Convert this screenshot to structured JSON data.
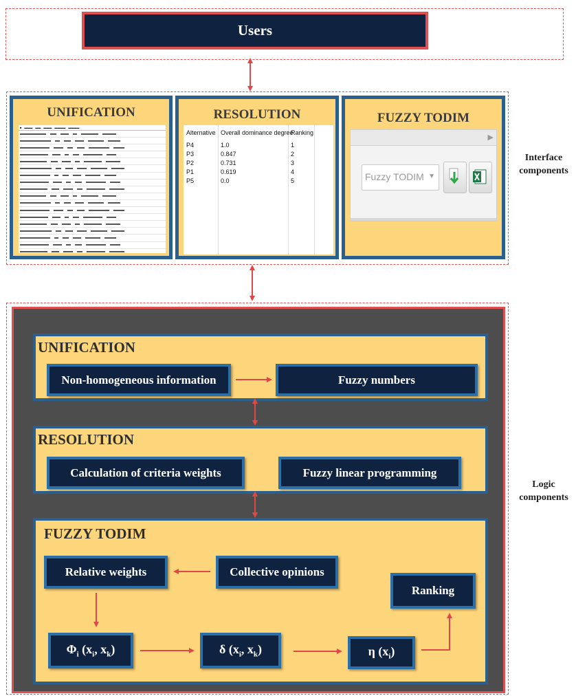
{
  "users": {
    "label": "Users"
  },
  "interface": {
    "side_label_line1": "Interface",
    "side_label_line2": "components",
    "unification_title": "UNIFICATION",
    "resolution_title": "RESOLUTION",
    "todim_title": "FUZZY TODIM",
    "resolution_table": {
      "headers": [
        "Alternative",
        "Overall dominance degree",
        "Ranking"
      ],
      "rows": [
        [
          "P4",
          "1.0",
          "1"
        ],
        [
          "P3",
          "0.847",
          "2"
        ],
        [
          "P2",
          "0.731",
          "3"
        ],
        [
          "P1",
          "0.619",
          "4"
        ],
        [
          "P5",
          "0.0",
          "5"
        ]
      ]
    },
    "todim_select_value": "Fuzzy TODIM"
  },
  "logic": {
    "side_label_line1": "Logic",
    "side_label_line2": "components",
    "unification": {
      "title": "UNIFICATION",
      "left_node": "Non-homogeneous information",
      "right_node": "Fuzzy numbers"
    },
    "resolution": {
      "title": "RESOLUTION",
      "left_node": "Calculation of criteria weights",
      "right_node": "Fuzzy linear programming"
    },
    "todim": {
      "title": "FUZZY TODIM",
      "relative_weights": "Relative weights",
      "collective_opinions": "Collective opinions",
      "ranking": "Ranking"
    }
  },
  "colors": {
    "navy": "#0f2340",
    "yellow": "#fdd57a",
    "blue_border": "#2a5f8e",
    "dark_background": "#4d4d4d",
    "arrow_red": "#e04848"
  }
}
